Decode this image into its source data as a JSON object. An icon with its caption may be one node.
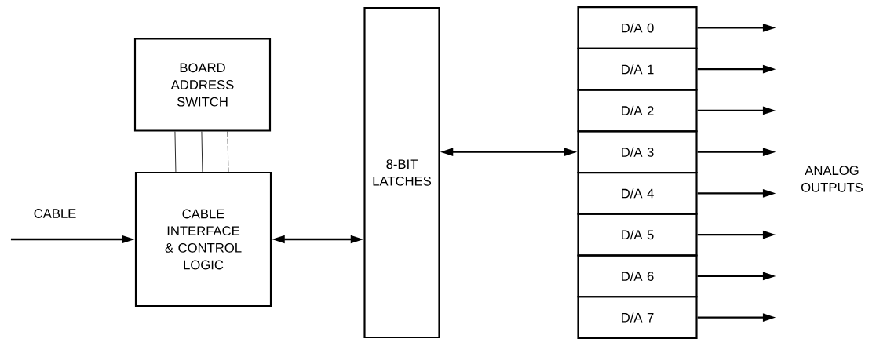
{
  "diagram": {
    "nodes": [
      {
        "text": [
          "BOARD ADDRESS SWITCH"
        ]
      },
      {
        "text": [
          "CABLE INTERFACE & CONTROL LOGIC"
        ]
      },
      {
        "text": [
          "8-BIT LATCHES"
        ]
      },
      {
        "text": [
          "D/A 0"
        ]
      },
      {
        "text": [
          "D/A 1"
        ]
      },
      {
        "text": [
          "D/A 2"
        ]
      },
      {
        "text": [
          "D/A 3"
        ]
      },
      {
        "text": [
          "D/A 4"
        ]
      },
      {
        "text": [
          "D/A 5"
        ]
      },
      {
        "text": [
          "D/A 6"
        ]
      },
      {
        "text": [
          "D/A 7"
        ]
      }
    ],
    "edges": [
      {
        "from": 0,
        "to": 1,
        "arrow": "none"
      },
      {
        "from": 0,
        "to": 1,
        "arrow": "none"
      },
      {
        "from": 0,
        "to": 1,
        "arrow": "none",
        "style": "dashed"
      },
      {
        "from": null,
        "to": 1,
        "arrow": "to"
      },
      {
        "from": 1,
        "to": 2,
        "arrow": "both"
      },
      {
        "from": 2,
        "to": 6,
        "arrow": "both"
      },
      {
        "from": 3,
        "to": null,
        "arrow": "to"
      },
      {
        "from": 4,
        "to": null,
        "arrow": "to"
      },
      {
        "from": 5,
        "to": null,
        "arrow": "to"
      },
      {
        "from": 6,
        "to": null,
        "arrow": "to"
      },
      {
        "from": 7,
        "to": null,
        "arrow": "to"
      },
      {
        "from": 8,
        "to": null,
        "arrow": "to"
      },
      {
        "from": 9,
        "to": null,
        "arrow": "to"
      },
      {
        "from": 10,
        "to": null,
        "arrow": "to"
      }
    ],
    "labels": [
      "CABLE",
      "ANALOG OUTPUTS"
    ]
  }
}
